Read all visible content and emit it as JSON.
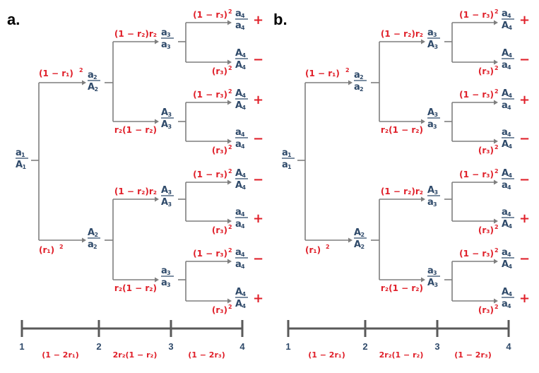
{
  "panels": [
    {
      "label": "a.",
      "root": {
        "top": "a",
        "bottom": "A",
        "sub": "1"
      },
      "level2": [
        {
          "top": "a",
          "bottom": "A",
          "sub": "2",
          "prob": "(1 − r₁)",
          "sup": "2"
        },
        {
          "top": "A",
          "bottom": "a",
          "sub": "2",
          "prob": "(r₁)",
          "sup": "2"
        }
      ],
      "level3": [
        {
          "top": "a",
          "bottom": "a",
          "sub": "3",
          "prob": "(1 − r₂)r₂"
        },
        {
          "top": "A",
          "bottom": "A",
          "sub": "3",
          "prob": "r₂(1 − r₂)"
        },
        {
          "top": "A",
          "bottom": "A",
          "sub": "3",
          "prob": "(1 − r₂)r₂"
        },
        {
          "top": "a",
          "bottom": "a",
          "sub": "3",
          "prob": "r₂(1 − r₂)"
        }
      ],
      "level4": [
        {
          "top": "a",
          "bottom": "a",
          "sub": "4",
          "prob": "(1 − r₃)",
          "sup": "2",
          "sign": "+"
        },
        {
          "top": "A",
          "bottom": "A",
          "sub": "4",
          "prob": "(r₃)",
          "sup": "2",
          "sign": "−"
        },
        {
          "top": "A",
          "bottom": "A",
          "sub": "4",
          "prob": "(1 − r₃)",
          "sup": "2",
          "sign": "+"
        },
        {
          "top": "a",
          "bottom": "a",
          "sub": "4",
          "prob": "(r₃)",
          "sup": "2",
          "sign": "−"
        },
        {
          "top": "A",
          "bottom": "A",
          "sub": "4",
          "prob": "(1 − r₃)",
          "sup": "2",
          "sign": "−"
        },
        {
          "top": "a",
          "bottom": "a",
          "sub": "4",
          "prob": "(r₃)",
          "sup": "2",
          "sign": "+"
        },
        {
          "top": "a",
          "bottom": "a",
          "sub": "4",
          "prob": "(1 − r₃)",
          "sup": "2",
          "sign": "−"
        },
        {
          "top": "A",
          "bottom": "A",
          "sub": "4",
          "prob": "(r₃)",
          "sup": "2",
          "sign": "+"
        }
      ],
      "axis": {
        "ticks": [
          "1",
          "2",
          "3",
          "4"
        ],
        "segments": [
          "(1 − 2r₁)",
          "2r₂(1 − r₂)",
          "(1 − 2r₃)"
        ]
      }
    },
    {
      "label": "b.",
      "root": {
        "top": "a",
        "bottom": "a",
        "sub": "1"
      },
      "level2": [
        {
          "top": "a",
          "bottom": "a",
          "sub": "2",
          "prob": "(1 − r₁)",
          "sup": "2"
        },
        {
          "top": "A",
          "bottom": "A",
          "sub": "2",
          "prob": "(r₁)",
          "sup": "2"
        }
      ],
      "level3": [
        {
          "top": "a",
          "bottom": "A",
          "sub": "3",
          "prob": "(1 − r₂)r₂"
        },
        {
          "top": "A",
          "bottom": "a",
          "sub": "3",
          "prob": "r₂(1 − r₂)"
        },
        {
          "top": "A",
          "bottom": "a",
          "sub": "3",
          "prob": "(1 − r₂)r₂"
        },
        {
          "top": "a",
          "bottom": "A",
          "sub": "3",
          "prob": "r₂(1 − r₂)"
        }
      ],
      "level4": [
        {
          "top": "a",
          "bottom": "A",
          "sub": "4",
          "prob": "(1 − r₃)",
          "sup": "2",
          "sign": "+"
        },
        {
          "top": "A",
          "bottom": "a",
          "sub": "4",
          "prob": "(r₃)",
          "sup": "2",
          "sign": "−"
        },
        {
          "top": "A",
          "bottom": "a",
          "sub": "4",
          "prob": "(1 − r₃)",
          "sup": "2",
          "sign": "+"
        },
        {
          "top": "a",
          "bottom": "A",
          "sub": "4",
          "prob": "(r₃)",
          "sup": "2",
          "sign": "−"
        },
        {
          "top": "A",
          "bottom": "a",
          "sub": "4",
          "prob": "(1 − r₃)",
          "sup": "2",
          "sign": "−"
        },
        {
          "top": "a",
          "bottom": "A",
          "sub": "4",
          "prob": "(r₃)",
          "sup": "2",
          "sign": "+"
        },
        {
          "top": "a",
          "bottom": "A",
          "sub": "4",
          "prob": "(1 − r₃)",
          "sup": "2",
          "sign": "−"
        },
        {
          "top": "A",
          "bottom": "a",
          "sub": "4",
          "prob": "(r₃)",
          "sup": "2",
          "sign": "+"
        }
      ],
      "axis": {
        "ticks": [
          "1",
          "2",
          "3",
          "4"
        ],
        "segments": [
          "(1 − 2r₁)",
          "2r₂(1 − r₂)",
          "(1 − 2r₃)"
        ]
      }
    }
  ]
}
